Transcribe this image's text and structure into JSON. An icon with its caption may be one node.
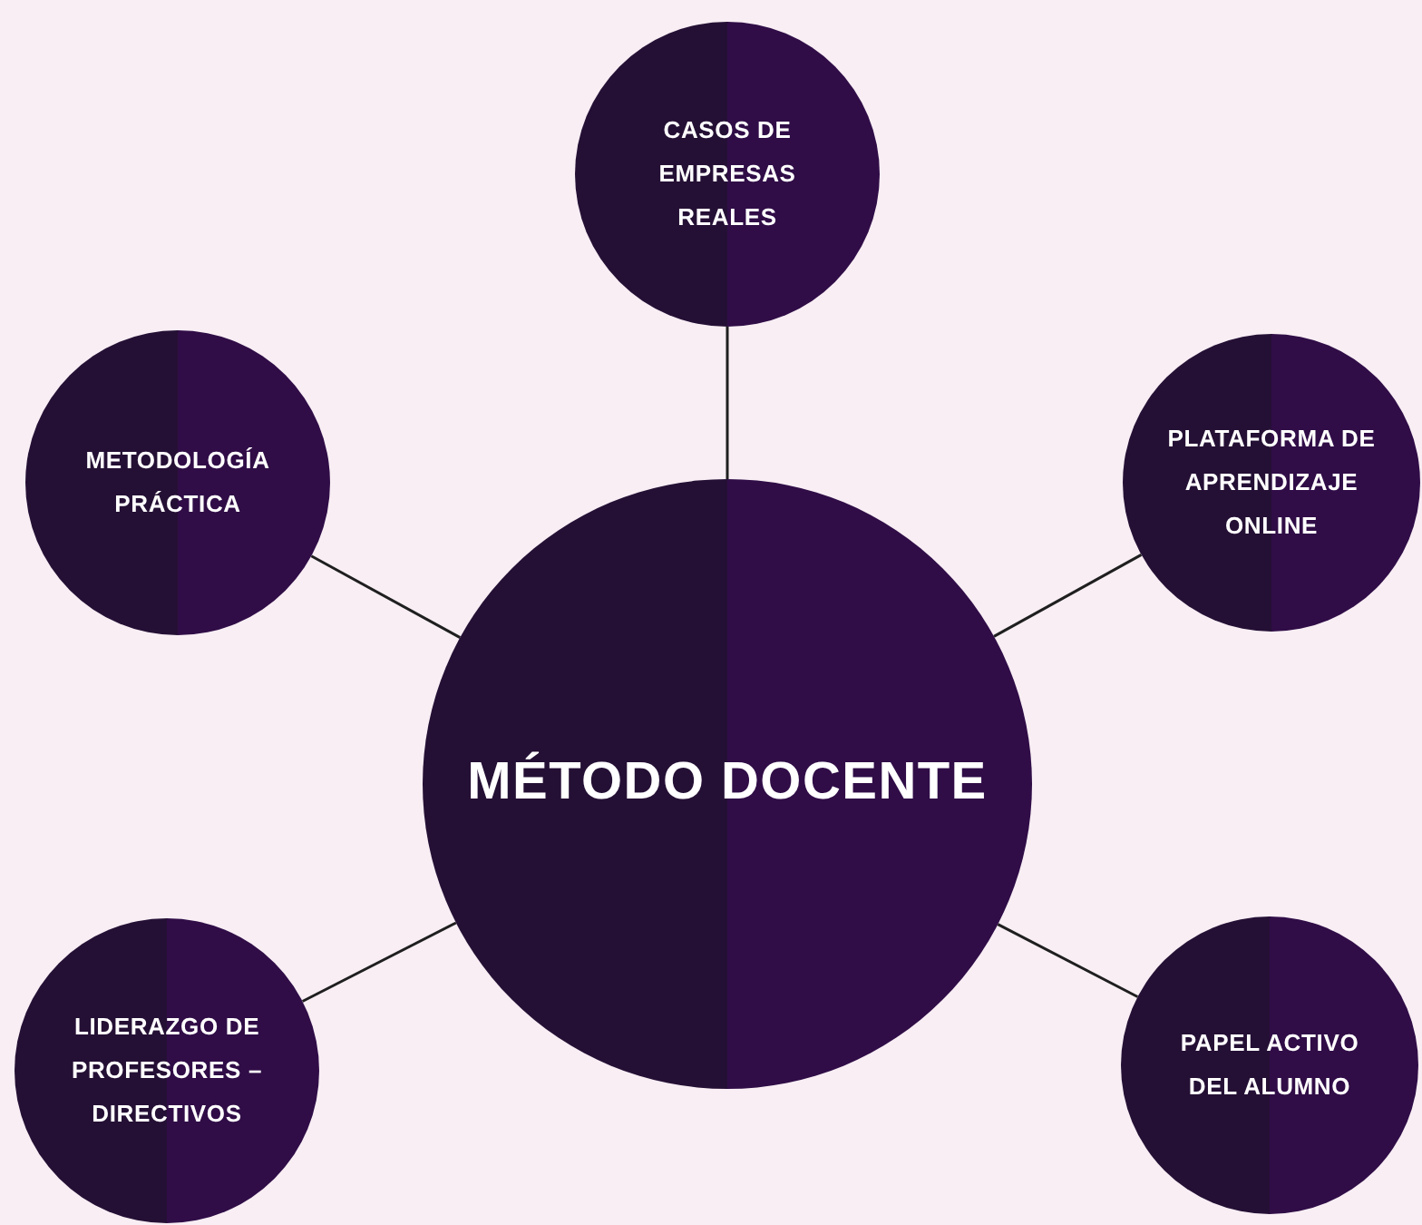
{
  "diagram": {
    "nodes": [
      {
        "text": [
          "MÉTODO DOCENTE"
        ]
      },
      {
        "text": [
          "CASOS DE EMPRESAS REALES"
        ]
      },
      {
        "text": [
          "METODOLOGÍA PRÁCTICA"
        ]
      },
      {
        "text": [
          "PLATAFORMA DE APRENDIZAJE ONLINE"
        ]
      },
      {
        "text": [
          "LIDERAZGO DE PROFESORES – DIRECTIVOS"
        ]
      },
      {
        "text": [
          "PAPEL ACTIVO DEL ALUMNO"
        ]
      }
    ],
    "edges": [
      {
        "from": 0,
        "to": 1,
        "arrow": "none"
      },
      {
        "from": 0,
        "to": 2,
        "arrow": "none"
      },
      {
        "from": 0,
        "to": 3,
        "arrow": "none"
      },
      {
        "from": 0,
        "to": 4,
        "arrow": "none"
      },
      {
        "from": 0,
        "to": 5,
        "arrow": "none"
      }
    ]
  }
}
